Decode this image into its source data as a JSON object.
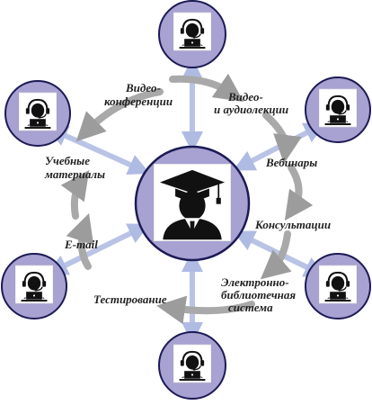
{
  "diagram": {
    "center": {
      "icon": "graduate-icon"
    },
    "satellites": [
      {
        "id": "top",
        "icon": "operator-laptop-icon"
      },
      {
        "id": "upper-right",
        "icon": "operator-laptop-icon"
      },
      {
        "id": "lower-right",
        "icon": "operator-laptop-icon"
      },
      {
        "id": "bottom",
        "icon": "operator-laptop-icon"
      },
      {
        "id": "lower-left",
        "icon": "operator-laptop-icon"
      },
      {
        "id": "upper-left",
        "icon": "operator-laptop-icon"
      }
    ],
    "labels": {
      "video_conf_1": "Видео-",
      "video_conf_2": "конференции",
      "video_audio_1": "Видео-",
      "video_audio_2": "и аудиолекции",
      "webinars": "Вебинары",
      "consultations": "Консультации",
      "elib_1": "Электронно-",
      "elib_2": "библиотечная",
      "elib_3": "система",
      "testing": "Тестирование",
      "email": "E-mail",
      "materials_1": "Учебные",
      "materials_2": "материалы"
    },
    "colors": {
      "node_fill": "#a7a2d1",
      "node_stroke": "#1c1a55",
      "arrow_gray": "#a9a9a9",
      "arrow_blue": "#b9c3e6",
      "card": "#ffffff"
    }
  }
}
